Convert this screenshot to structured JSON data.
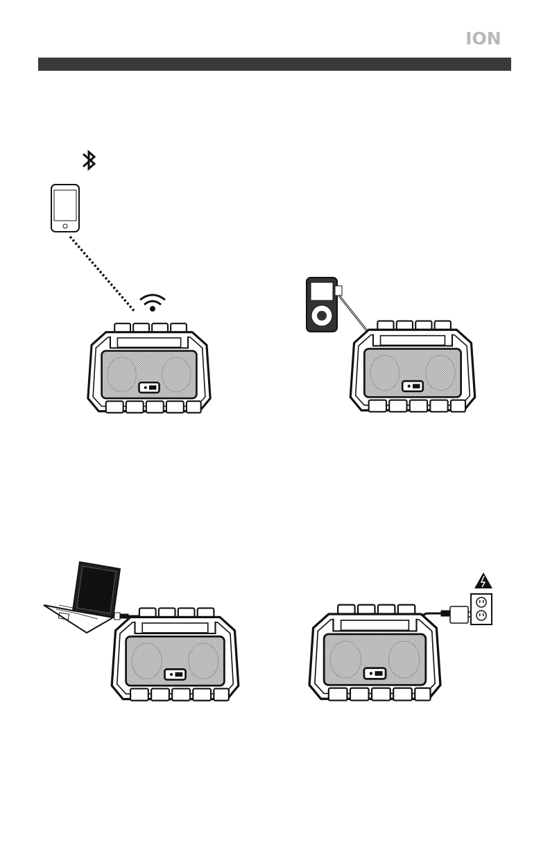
{
  "logo": {
    "text": "ION"
  },
  "header_bar": {
    "text": ""
  },
  "figures": [
    {
      "name": "bluetooth-connection",
      "icons": [
        "bluetooth-icon",
        "smartphone-icon",
        "wifi-icon",
        "speaker-icon"
      ]
    },
    {
      "name": "aux-connection",
      "icons": [
        "media-player-icon",
        "aux-cable-icon",
        "speaker-icon"
      ]
    },
    {
      "name": "usb-charging-connection",
      "icons": [
        "laptop-icon",
        "usb-cable-icon",
        "speaker-icon"
      ]
    },
    {
      "name": "ac-power-connection",
      "icons": [
        "warning-icon",
        "wall-outlet-icon",
        "power-adapter-icon",
        "speaker-icon"
      ]
    }
  ],
  "colors": {
    "ink": "#111111",
    "bar": "#3a3a3a",
    "grille": "#c8c8c8",
    "logo": "#b9b9b9"
  }
}
